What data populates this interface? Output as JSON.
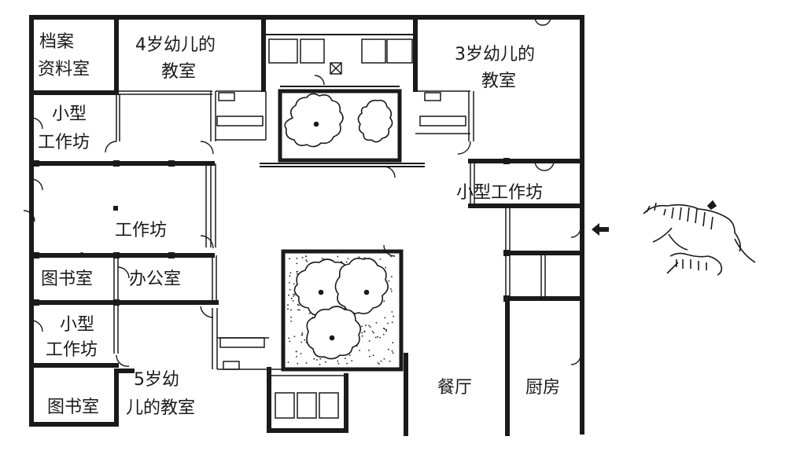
{
  "rooms": {
    "archive": [
      "档案",
      "资料室"
    ],
    "class4": [
      "4岁幼儿的",
      "教室"
    ],
    "class3": [
      "3岁幼儿的",
      "教室"
    ],
    "small_workshop_1": [
      "小型",
      "工作坊"
    ],
    "workshop": "工作坊",
    "library_1": "图书室",
    "office": "办公室",
    "small_workshop_2": [
      "小型",
      "工作坊"
    ],
    "library_2": "图书室",
    "class5": [
      "5岁幼",
      "儿的教室"
    ],
    "small_workshop_right": "小型工作坊",
    "dining": "餐厅",
    "kitchen": "厨房"
  },
  "icons": {
    "entrance": "entrance-arrow-icon",
    "courtyard_tree": "tree-icon",
    "animals": "zebra-sketch-icon"
  },
  "colors": {
    "ink": "#1a1a1a",
    "paper": "#ffffff"
  }
}
